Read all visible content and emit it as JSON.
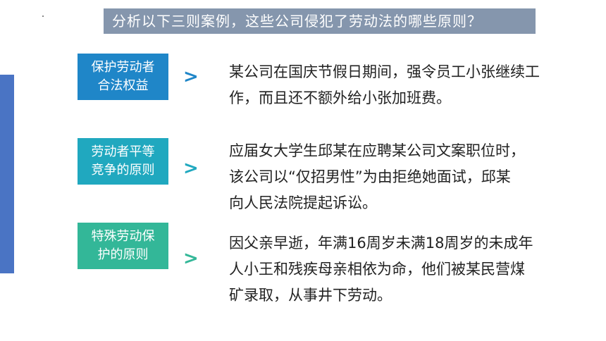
{
  "title": "分析以下三则案例，这些公司侵犯了劳动法的哪些原则？",
  "colors": {
    "banner": "#8596ad",
    "principle_1": "#1f86c8",
    "principle_2": "#20a8bf",
    "principle_3": "#33b798",
    "left_bar": "#4a74c4"
  },
  "rows": [
    {
      "principle_lines": [
        "保护劳动者",
        "合法权益"
      ],
      "arrow": ">",
      "case_lines": [
        "某公司在国庆节假日期间，强令员工小张继续工",
        "作，而且还不额外给小张加班费。"
      ]
    },
    {
      "principle_lines": [
        "劳动者平等",
        "竞争的原则"
      ],
      "arrow": ">",
      "case_lines": [
        "应届女大学生邱某在应聘某公司文案职位时，",
        "该公司以“仅招男性”为由拒绝她面试，邱某",
        "向人民法院提起诉讼。"
      ]
    },
    {
      "principle_lines": [
        "特殊劳动保",
        "护的原则"
      ],
      "arrow": ">",
      "case_lines": [
        "因父亲早逝，年满16周岁未满18周岁的未成年",
        "人小王和残疾母亲相依为命，他们被某民营煤",
        "矿录取，从事井下劳动。"
      ]
    }
  ]
}
